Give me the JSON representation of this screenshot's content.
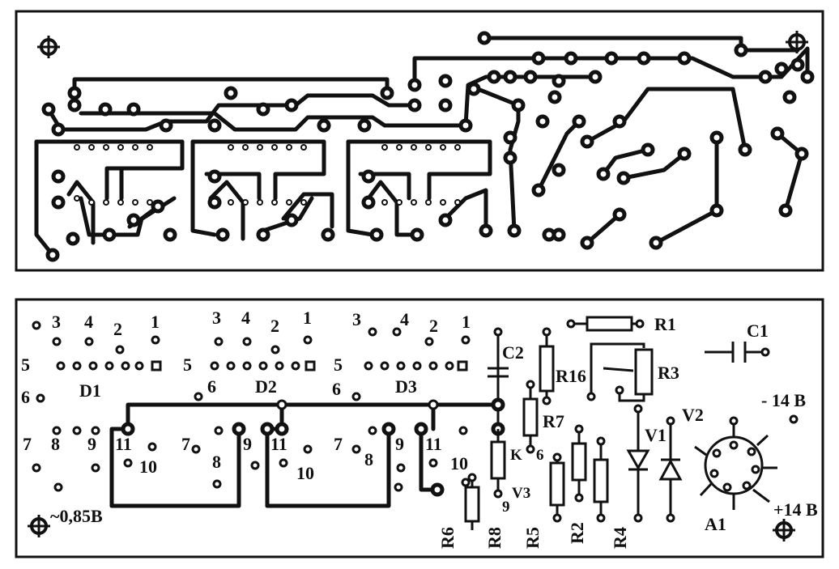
{
  "pin_numbers": {
    "p1": "1",
    "p2": "2",
    "p3": "3",
    "p4": "4",
    "p5": "5",
    "p6": "6",
    "p7": "7",
    "p8": "8",
    "p9": "9",
    "p10": "10",
    "p11": "11"
  },
  "chips": {
    "d1": "D1",
    "d2": "D2",
    "d3": "D3"
  },
  "components": {
    "r1": "R1",
    "r3": "R3",
    "r16": "R16",
    "r7": "R7",
    "c2": "C2",
    "c1": "C1",
    "r6": "R6",
    "r8": "R8",
    "r5": "R5",
    "r2": "R2",
    "r4": "R4",
    "k": "K",
    "v1": "V1",
    "v2": "V2",
    "v3": "V3",
    "a1": "A1"
  },
  "voltages": {
    "minus14": "- 14 B",
    "plus14": "+14 B",
    "v085": "~0,85B"
  },
  "pad_labels": {
    "p6": "6",
    "p9": "9"
  }
}
